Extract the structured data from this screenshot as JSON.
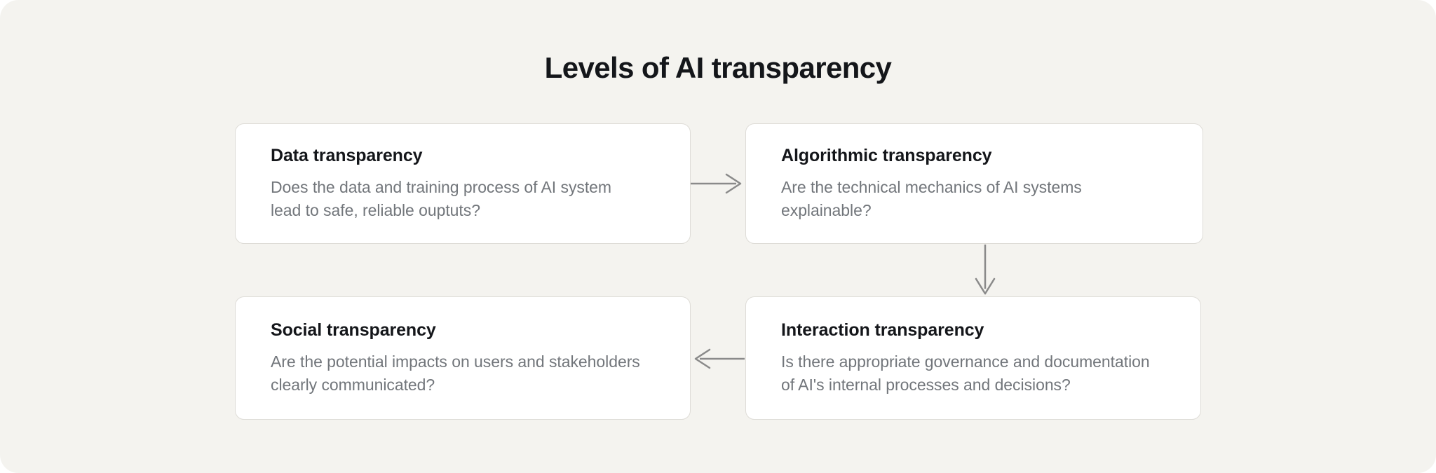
{
  "diagram": {
    "title": "Levels of AI transparency",
    "background_color": "#F4F3EF",
    "card_background": "#FFFFFF",
    "card_border_color": "#DEDCD7",
    "title_color": "#14161A",
    "body_text_color": "#72767B",
    "arrow_color": "#8A8A8A",
    "nodes": [
      {
        "id": "data-transparency",
        "title": "Data transparency",
        "description": "Does the data and training process of AI system\nlead to safe, reliable ouptuts?"
      },
      {
        "id": "algorithmic-transparency",
        "title": "Algorithmic transparency",
        "description": "Are the technical mechanics of AI systems\nexplainable?"
      },
      {
        "id": "social-transparency",
        "title": "Social transparency",
        "description": "Are the potential impacts on users and stakeholders\nclearly communicated?"
      },
      {
        "id": "interaction-transparency",
        "title": "Interaction transparency",
        "description": "Is there appropriate governance and documentation\nof AI's internal processes and decisions?"
      }
    ],
    "connectors": [
      {
        "id": "data-to-algorithmic",
        "from": "data-transparency",
        "to": "algorithmic-transparency",
        "direction": "right"
      },
      {
        "id": "algorithmic-to-interaction",
        "from": "algorithmic-transparency",
        "to": "interaction-transparency",
        "direction": "down"
      },
      {
        "id": "interaction-to-social",
        "from": "interaction-transparency",
        "to": "social-transparency",
        "direction": "left"
      }
    ]
  }
}
